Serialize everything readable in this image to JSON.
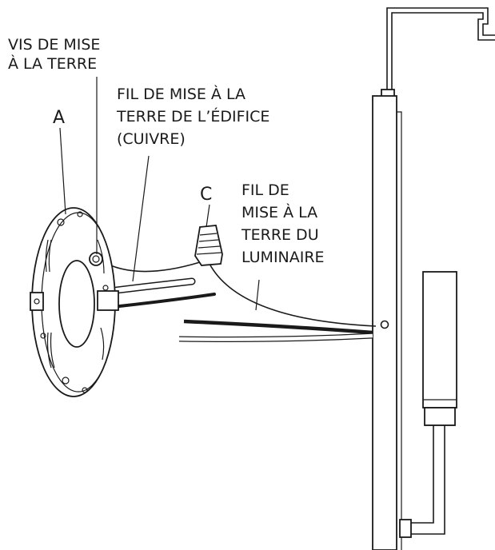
{
  "labels": {
    "a": "A",
    "c": "C",
    "ground_screw_1": "VIS DE MISE",
    "ground_screw_2": "À LA TERRE",
    "building_wire_1": "FIL DE MISE À LA",
    "building_wire_2": "TERRE DE L’ÉDIFICE",
    "building_wire_3": "(CUIVRE)",
    "fixture_wire_1": "FIL DE",
    "fixture_wire_2": "MISE À LA",
    "fixture_wire_3": "TERRE DU",
    "fixture_wire_4": "LUMINAIRE"
  }
}
